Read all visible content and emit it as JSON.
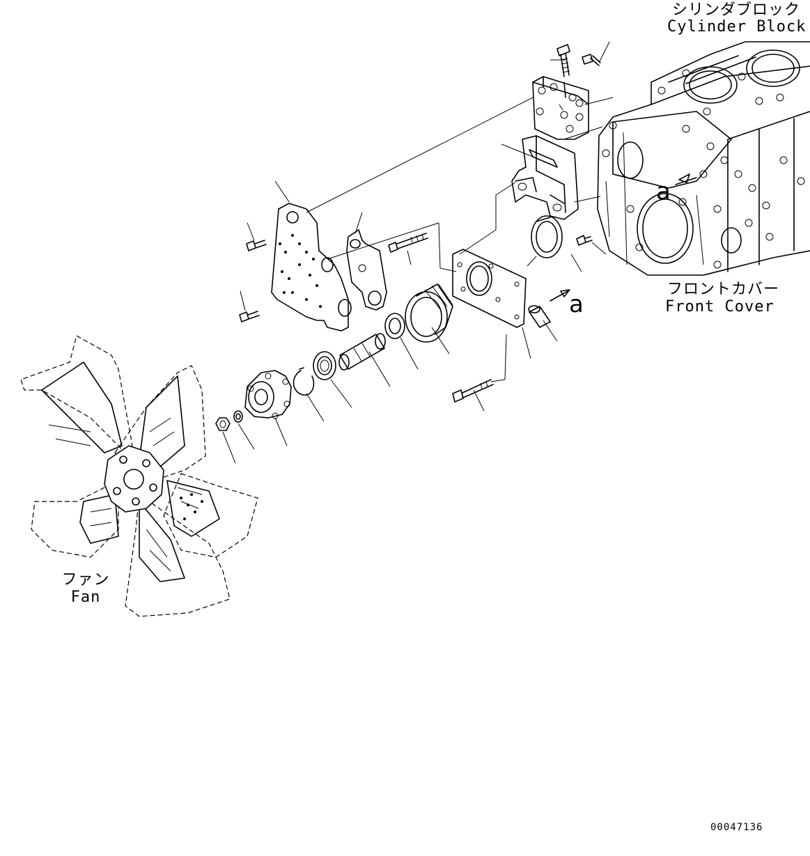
{
  "labels": {
    "cylinder_block_jp": "シリンダブロック",
    "cylinder_block_en": "Cylinder Block",
    "front_cover_jp": "フロントカバー",
    "front_cover_en": "Front Cover",
    "fan_jp": "ファン",
    "fan_en": "Fan",
    "reference_mark_1": "a",
    "reference_mark_2": "a"
  },
  "document_number": "00047136"
}
